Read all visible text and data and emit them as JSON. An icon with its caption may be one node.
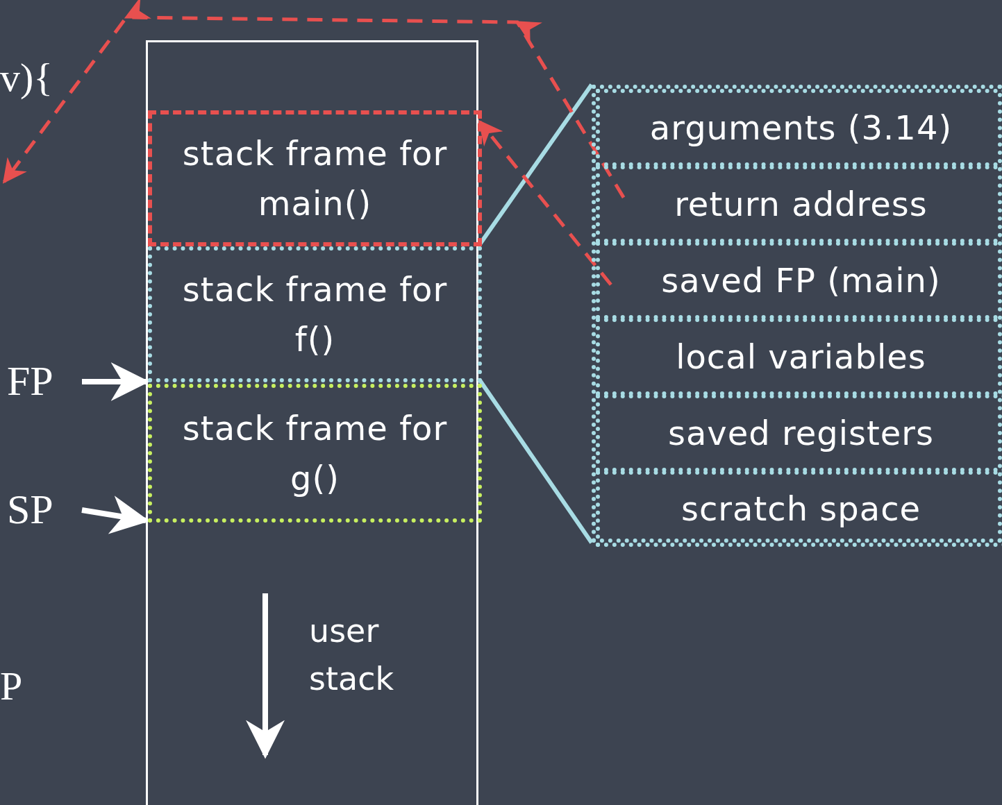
{
  "diagram": {
    "nodes": [
      {
        "text": [],
        "shape": "box"
      },
      {
        "text": [
          "stack frame for main()"
        ],
        "in": 0
      },
      {
        "text": [
          "stack frame for f()"
        ],
        "in": 0
      },
      {
        "text": [
          "stack frame for g()"
        ],
        "in": 0
      },
      {
        "text": [],
        "shape": "box"
      },
      {
        "text": [
          "arguments (3.14)"
        ],
        "in": 4
      },
      {
        "text": [
          "return address"
        ],
        "in": 4
      },
      {
        "text": [
          "saved FP (main)"
        ],
        "in": 4
      },
      {
        "text": [
          "local variables"
        ],
        "in": 4
      },
      {
        "text": [
          "saved registers"
        ],
        "in": 4
      },
      {
        "text": [
          "scratch space"
        ],
        "in": 4
      },
      {
        "text": [
          "FP"
        ]
      },
      {
        "text": [
          "SP"
        ]
      }
    ],
    "edges": [
      {
        "from": 2,
        "to": 4,
        "arrow": "none",
        "color": "#a8dce4"
      },
      {
        "from": 2,
        "to": 4,
        "arrow": "none",
        "color": "#a8dce4"
      },
      {
        "from": 11,
        "to": 3,
        "arrow": "to",
        "color": "#ffffff"
      },
      {
        "from": 12,
        "to": 3,
        "arrow": "to",
        "color": "#ffffff"
      },
      {
        "from": 6,
        "to": null,
        "arrow": "to",
        "style": "dashed",
        "color": "#e8504f"
      },
      {
        "from": 7,
        "to": 1,
        "arrow": "to",
        "style": "dashed",
        "color": "#e8504f"
      }
    ],
    "labels": [
      "v){",
      "user stack",
      "P"
    ]
  }
}
